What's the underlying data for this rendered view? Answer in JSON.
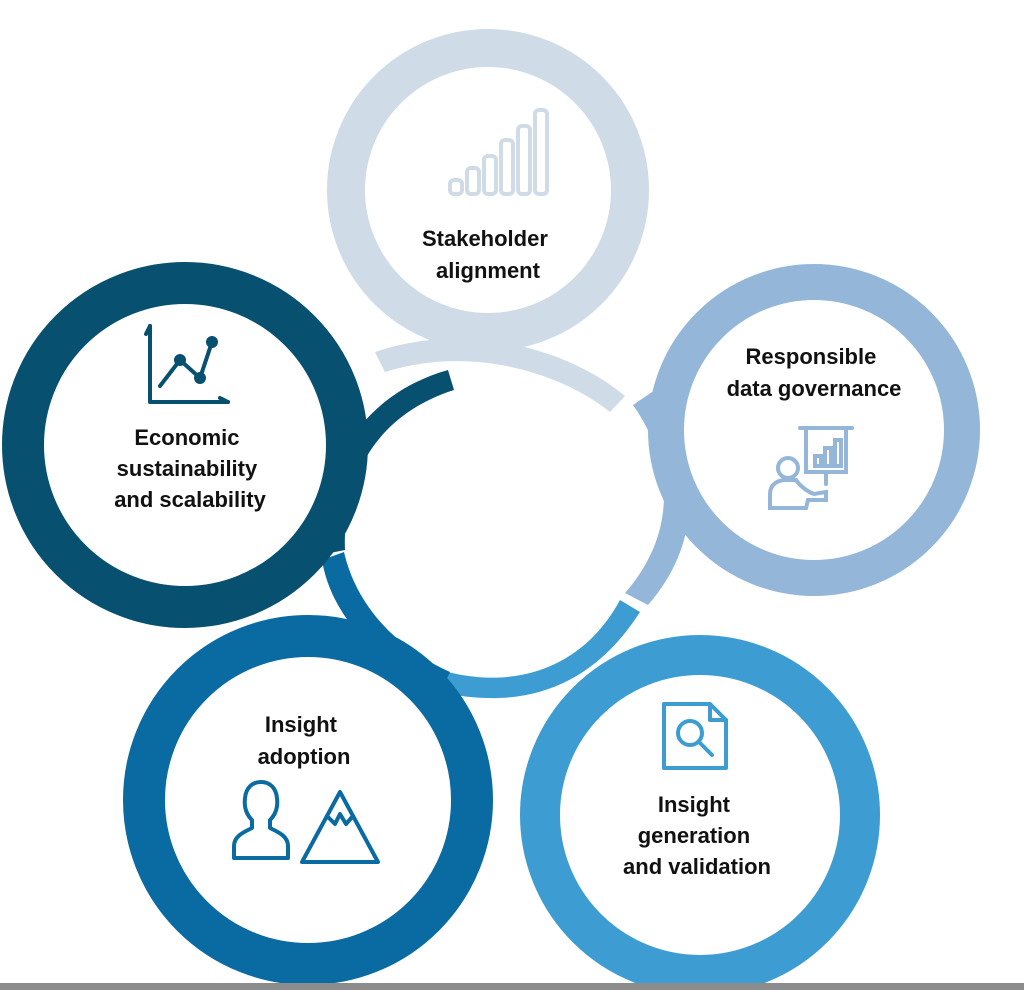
{
  "colors": {
    "stakeholder": "#cfdbe6",
    "governance": "#93b6d9",
    "generation": "#3d9cd2",
    "adoption": "#0a6aa2",
    "economic": "#07506f"
  },
  "items": [
    {
      "key": "stakeholder",
      "lines": [
        "Stakeholder",
        "alignment"
      ],
      "icon": "bar-chart-icon"
    },
    {
      "key": "governance",
      "lines": [
        "Responsible",
        "data governance"
      ],
      "icon": "presentation-icon"
    },
    {
      "key": "generation",
      "lines": [
        "Insight",
        "generation",
        "and validation"
      ],
      "icon": "document-search-icon"
    },
    {
      "key": "adoption",
      "lines": [
        "Insight",
        "adoption"
      ],
      "icon": "person-mountain-icon"
    },
    {
      "key": "economic",
      "lines": [
        "Economic",
        "sustainability",
        "and scalability"
      ],
      "icon": "line-chart-icon"
    }
  ]
}
